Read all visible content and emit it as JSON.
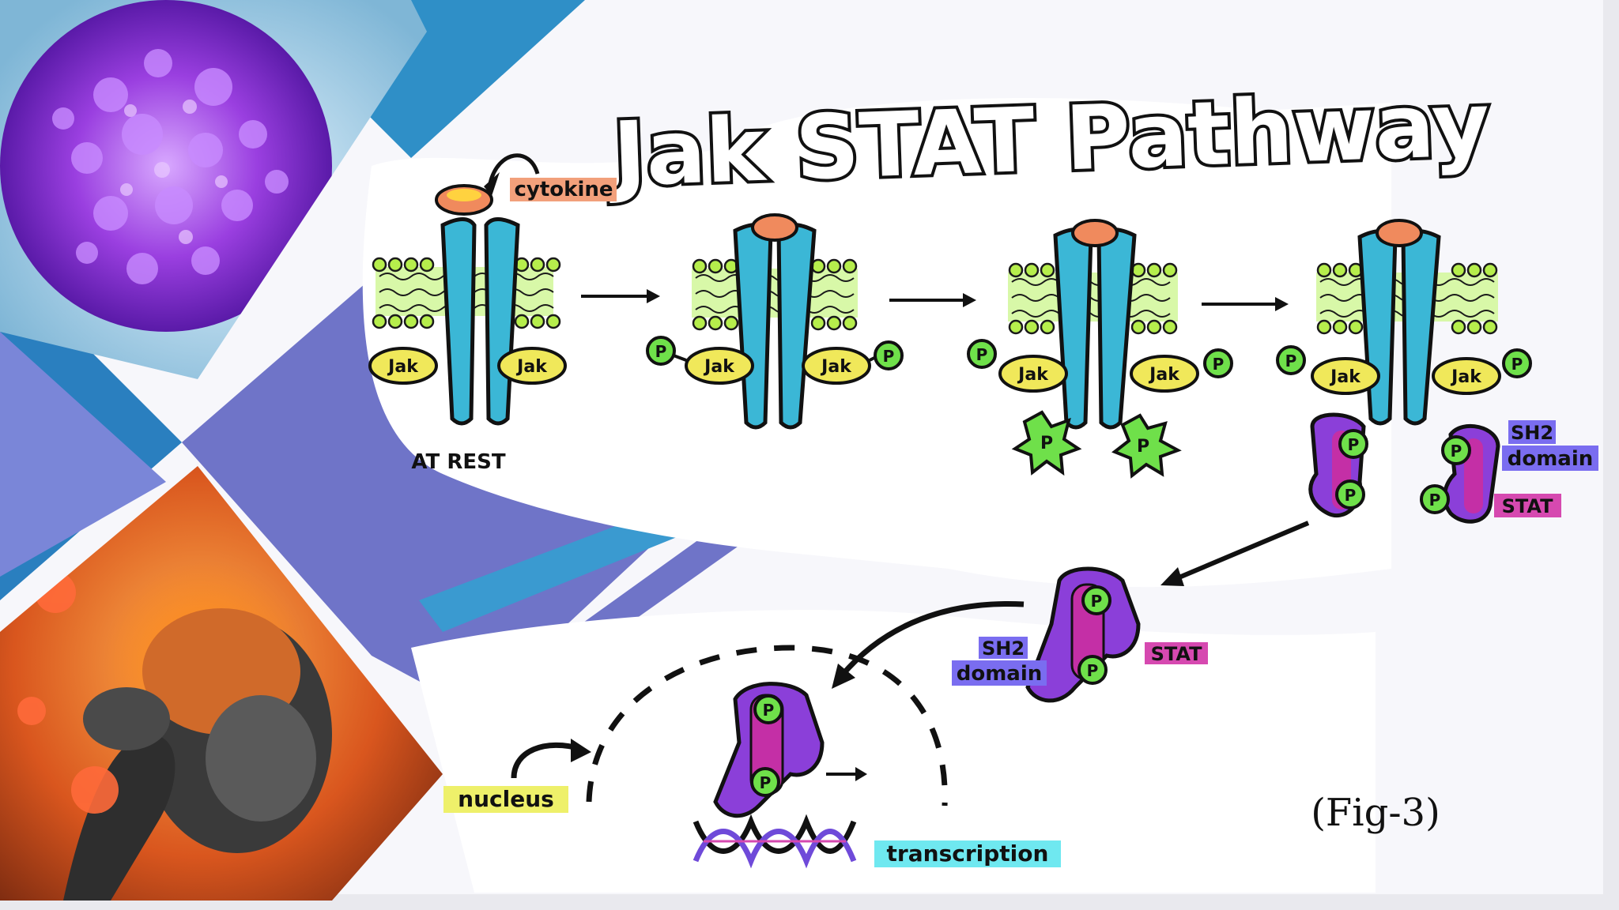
{
  "title": "Jak STAT Pathway",
  "labels": {
    "cytokine": "cytokine",
    "at_rest": "AT REST",
    "jak": "Jak",
    "phospho": "P",
    "sh2_line1": "SH2",
    "sh2_line2": "domain",
    "stat": "STAT",
    "nucleus": "nucleus",
    "transcription": "transcription",
    "fig": "(Fig-3)"
  },
  "colors": {
    "receptor": "#3bb7d6",
    "cytokine": "#f08a5d",
    "jak": "#f0e85a",
    "lipid": "#b6ee4c",
    "phospho": "#6fe04a",
    "stat": "#8b3fd9",
    "stat_pink": "#c42fa6",
    "accent_blue": "#2f8fc7",
    "accent_purple": "#6f74c8"
  },
  "icons": [
    "cell-photo",
    "headache-photo"
  ]
}
